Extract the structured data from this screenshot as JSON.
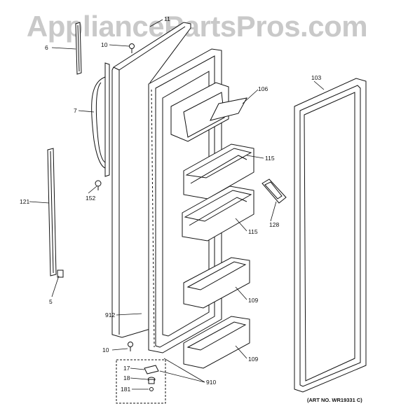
{
  "watermark": "AppliancePartsPros.com",
  "art_number": "(ART NO. WR19331 C)",
  "callouts": {
    "c6": "6",
    "c11": "11",
    "c10a": "10",
    "c7": "7",
    "c106": "106",
    "c103": "103",
    "c115a": "115",
    "c152": "152",
    "c121": "121",
    "c128": "128",
    "c115b": "115",
    "c109a": "109",
    "c5": "5",
    "c912": "912",
    "c10b": "10",
    "c109b": "109",
    "c17": "17",
    "c18": "18",
    "c181": "181",
    "c910": "910"
  }
}
